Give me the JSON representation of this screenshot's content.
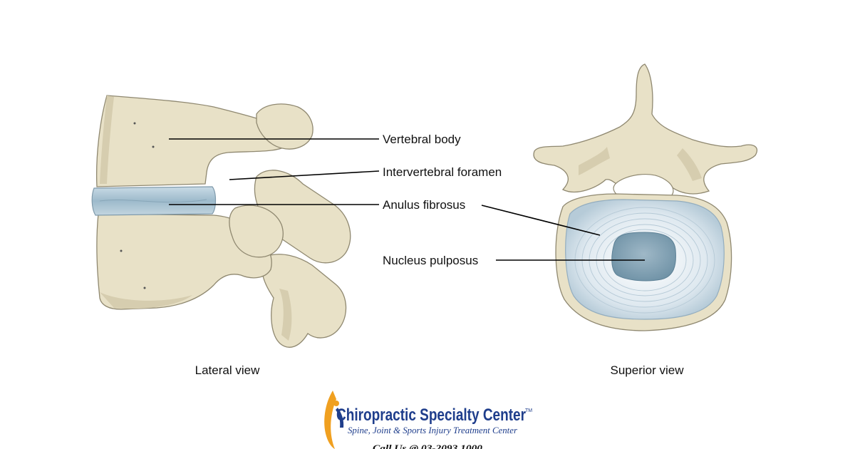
{
  "labels": {
    "vertebral_body": "Vertebral body",
    "intervertebral_foramen": "Intervertebral foramen",
    "anulus_fibrosus": "Anulus fibrosus",
    "nucleus_pulposus": "Nucleus pulposus"
  },
  "views": {
    "lateral": "Lateral view",
    "superior": "Superior view"
  },
  "logo": {
    "name": "Chiropractic Specialty Center",
    "tm": "TM",
    "tagline": "Spine, Joint & Sports Injury Treatment Center",
    "call": "Call Us @ 03-2093 1000"
  },
  "colors": {
    "bone": "#e8e1c7",
    "disc": "#a9c3d3",
    "nucleus": "#7e9fb1",
    "logo_blue": "#1f3e8c",
    "logo_orange": "#f0a020"
  }
}
